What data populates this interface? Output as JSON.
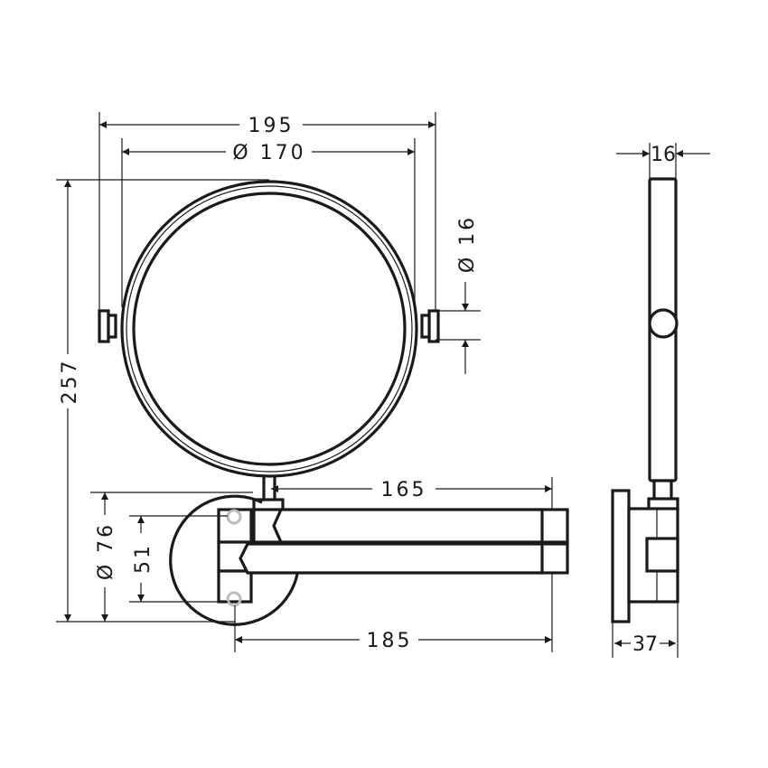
{
  "drawing": {
    "title": "Swivel cosmetic mirror – dimensional drawing",
    "unit": "mm",
    "colors": {
      "line": "#1a1a1a",
      "background": "#ffffff",
      "hole_marker": "#bbbbbb"
    }
  },
  "front_view": {
    "dimensions": {
      "overall_width": {
        "label": "195",
        "value": 195
      },
      "mirror_diameter": {
        "label": "Ø 170",
        "value": 170
      },
      "pivot_knob_diameter": {
        "label": "Ø 16",
        "value": 16
      },
      "overall_height": {
        "label": "257",
        "value": 257
      },
      "wall_rosette_diameter": {
        "label": "Ø 76",
        "value": 76
      },
      "mounting_hole_spacing": {
        "label": "51",
        "value": 51
      },
      "arm_length_inner": {
        "label": "165",
        "value": 165
      },
      "arm_reach": {
        "label": "185",
        "value": 185
      }
    }
  },
  "side_view": {
    "dimensions": {
      "mirror_thickness": {
        "label": "16",
        "value": 16
      },
      "wall_projection": {
        "label": "37",
        "value": 37
      }
    }
  }
}
